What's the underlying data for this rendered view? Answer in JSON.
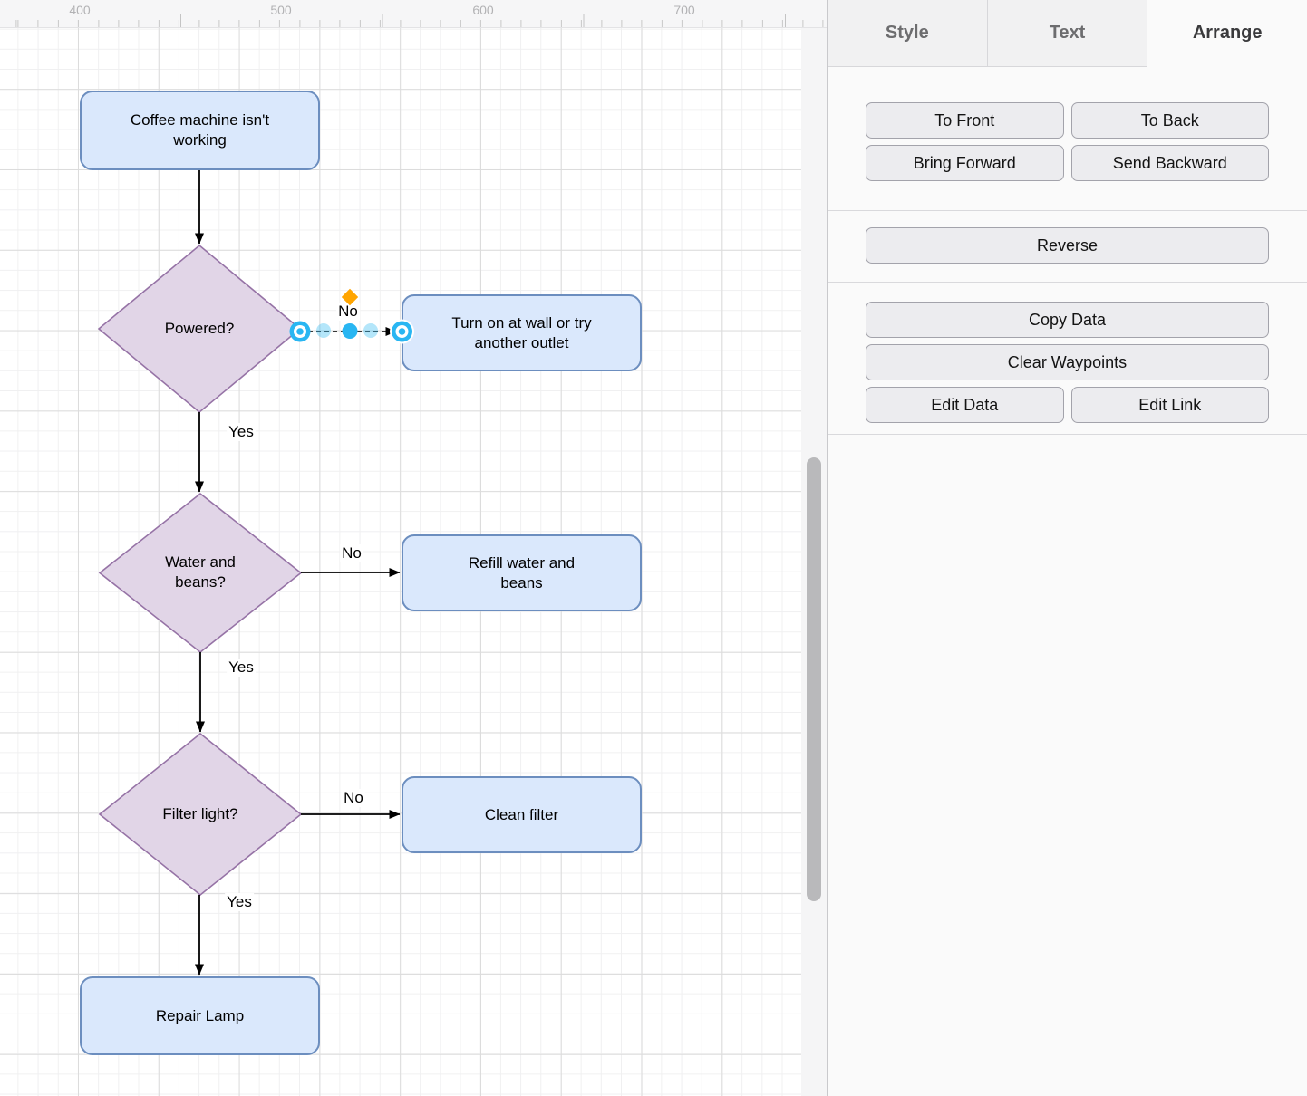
{
  "ruler": {
    "marks": [
      "400",
      "500",
      "600",
      "700"
    ]
  },
  "diagram": {
    "nodes": {
      "start": {
        "label": "Coffee machine isn't\nworking"
      },
      "powered": {
        "label": "Powered?"
      },
      "turn_on": {
        "label": "Turn on at wall or try\nanother outlet"
      },
      "water": {
        "label": "Water and\nbeans?"
      },
      "refill": {
        "label": "Refill water and\nbeans"
      },
      "filter": {
        "label": "Filter light?"
      },
      "clean": {
        "label": "Clean filter"
      },
      "repair": {
        "label": "Repair Lamp"
      }
    },
    "edges": {
      "powered_no": {
        "label": "No"
      },
      "powered_yes": {
        "label": "Yes"
      },
      "water_no": {
        "label": "No"
      },
      "water_yes": {
        "label": "Yes"
      },
      "filter_no": {
        "label": "No"
      },
      "filter_yes": {
        "label": "Yes"
      }
    },
    "colors": {
      "process_fill": "#dae8fc",
      "process_stroke": "#6c8ebf",
      "decision_fill": "#e1d5e7",
      "decision_stroke": "#9673a6",
      "selection_handle": "#29b6f2",
      "label_handle": "#ffa500"
    }
  },
  "panel": {
    "tabs": [
      {
        "label": "Style",
        "active": false
      },
      {
        "label": "Text",
        "active": false
      },
      {
        "label": "Arrange",
        "active": true
      }
    ],
    "arrange": {
      "to_front": "To Front",
      "to_back": "To Back",
      "bring_forward": "Bring Forward",
      "send_backward": "Send Backward",
      "reverse": "Reverse",
      "copy_data": "Copy Data",
      "clear_waypoints": "Clear Waypoints",
      "edit_data": "Edit Data",
      "edit_link": "Edit Link"
    }
  }
}
